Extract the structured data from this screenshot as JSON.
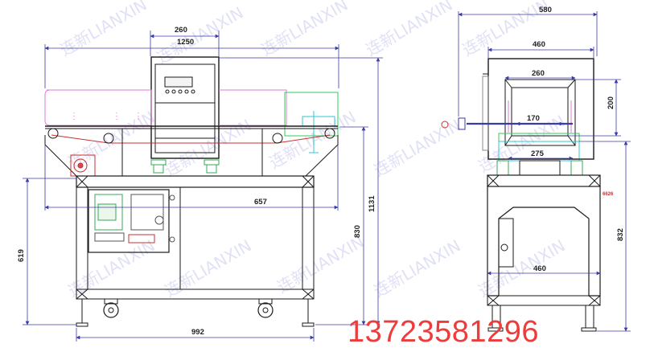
{
  "watermark_text": "连新LIANXIN",
  "phone": "13723581296",
  "side_label": "6626",
  "front_view": {
    "dims": {
      "top_width": "1250",
      "display_width": "260",
      "conveyor_offset": "657",
      "leg_span": "992",
      "conveyor_height": "830",
      "total_height": "1131",
      "table_height": "619"
    }
  },
  "side_view": {
    "dims": {
      "overall_width": "580",
      "head_width": "460",
      "aperture_width": "260",
      "aperture_height": "200",
      "aperture_inner": "170",
      "belt_width": "275",
      "frame_width": "460",
      "frame_height": "832"
    }
  },
  "colors": {
    "line": "#1a1a1a",
    "dimension": "#3a3aa8",
    "guard_pink": "#e07ad6",
    "guard_green": "#33cc55",
    "cyan": "#33c6d6",
    "red_motor": "#d84a4a",
    "watermark": "#c9c9ef",
    "phone": "#ee3b3b"
  }
}
